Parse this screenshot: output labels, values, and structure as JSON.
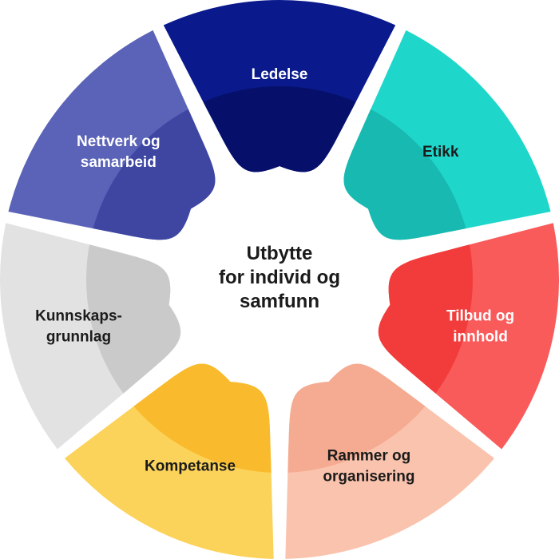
{
  "center": {
    "lines": [
      "Utbytte",
      "for individ og",
      "samfunn"
    ]
  },
  "segments": [
    {
      "id": "ledelse",
      "lines": [
        "Ledelse"
      ],
      "color": "#0a1a8c",
      "overlap_color": "#06106a",
      "text_color": "#ffffff"
    },
    {
      "id": "etikk",
      "lines": [
        "Etikk"
      ],
      "color": "#1fd6cb",
      "overlap_color": "#17b9b0",
      "text_color": "#1b1b1b"
    },
    {
      "id": "tilbud-og-innhold",
      "lines": [
        "Tilbud og",
        "innhold"
      ],
      "color": "#f95a5a",
      "overlap_color": "#f23c3c",
      "text_color": "#ffffff"
    },
    {
      "id": "rammer-og-organisering",
      "lines": [
        "Rammer og",
        "organisering"
      ],
      "color": "#fac3ad",
      "overlap_color": "#f5ab91",
      "text_color": "#1b1b1b"
    },
    {
      "id": "kompetanse",
      "lines": [
        "Kompetanse"
      ],
      "color": "#fcd35a",
      "overlap_color": "#f9bb2d",
      "text_color": "#1b1b1b"
    },
    {
      "id": "kunnskapsgrunnlag",
      "lines": [
        "Kunnskaps-",
        "grunnlag"
      ],
      "color": "#e2e2e2",
      "overlap_color": "#cacaca",
      "text_color": "#1b1b1b"
    },
    {
      "id": "nettverk-og-samarbeid",
      "lines": [
        "Nettverk og",
        "samarbeid"
      ],
      "color": "#5a63b7",
      "overlap_color": "#3e46a2",
      "text_color": "#ffffff"
    }
  ]
}
